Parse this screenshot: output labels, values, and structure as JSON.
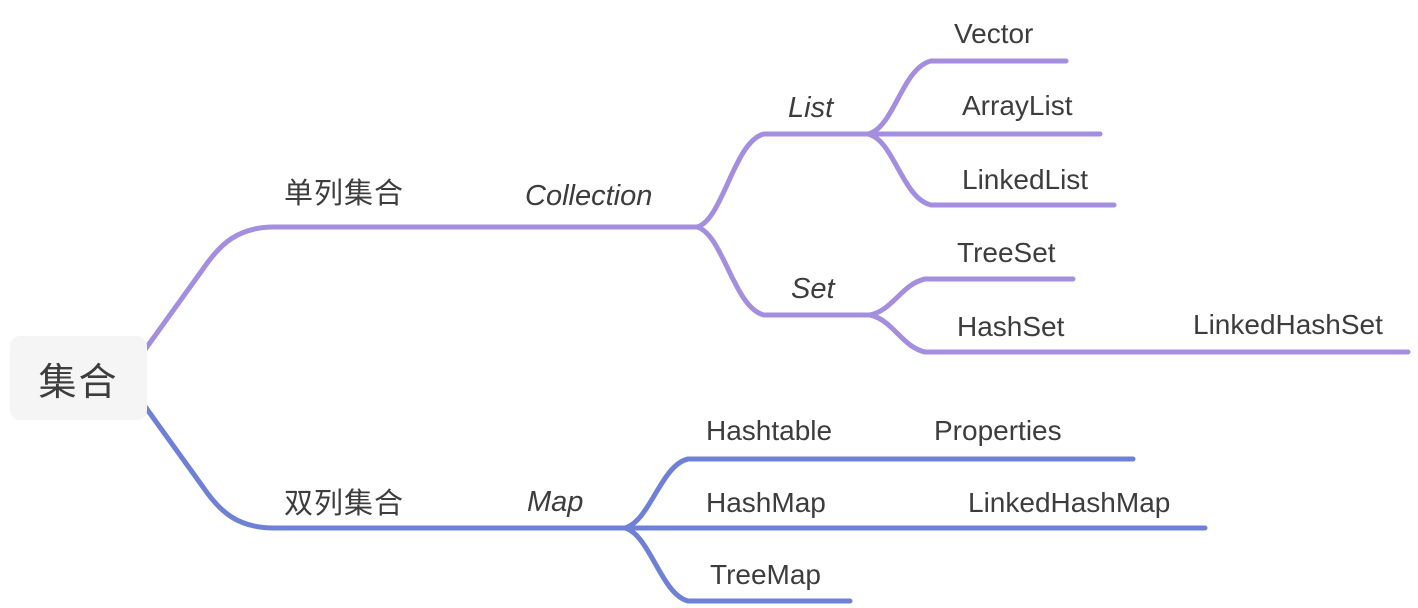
{
  "mindmap": {
    "label": "集合",
    "children": [
      {
        "label": "单列集合",
        "children": [
          {
            "label": "Collection",
            "children": [
              {
                "label": "List",
                "children": [
                  {
                    "label": "Vector"
                  },
                  {
                    "label": "ArrayList"
                  },
                  {
                    "label": "LinkedList"
                  }
                ]
              },
              {
                "label": "Set",
                "children": [
                  {
                    "label": "TreeSet"
                  },
                  {
                    "label": "HashSet",
                    "children": [
                      {
                        "label": "LinkedHashSet"
                      }
                    ]
                  }
                ]
              }
            ]
          }
        ]
      },
      {
        "label": "双列集合",
        "children": [
          {
            "label": "Map",
            "children": [
              {
                "label": "Hashtable",
                "children": [
                  {
                    "label": "Properties"
                  }
                ]
              },
              {
                "label": "HashMap",
                "children": [
                  {
                    "label": "LinkedHashMap"
                  }
                ]
              },
              {
                "label": "TreeMap"
              }
            ]
          }
        ]
      }
    ]
  },
  "colors": {
    "top_branch": "#a48ee0",
    "bottom_branch": "#6e81d6",
    "text": "#3d3d3d",
    "root_bg": "#f5f5f5"
  }
}
